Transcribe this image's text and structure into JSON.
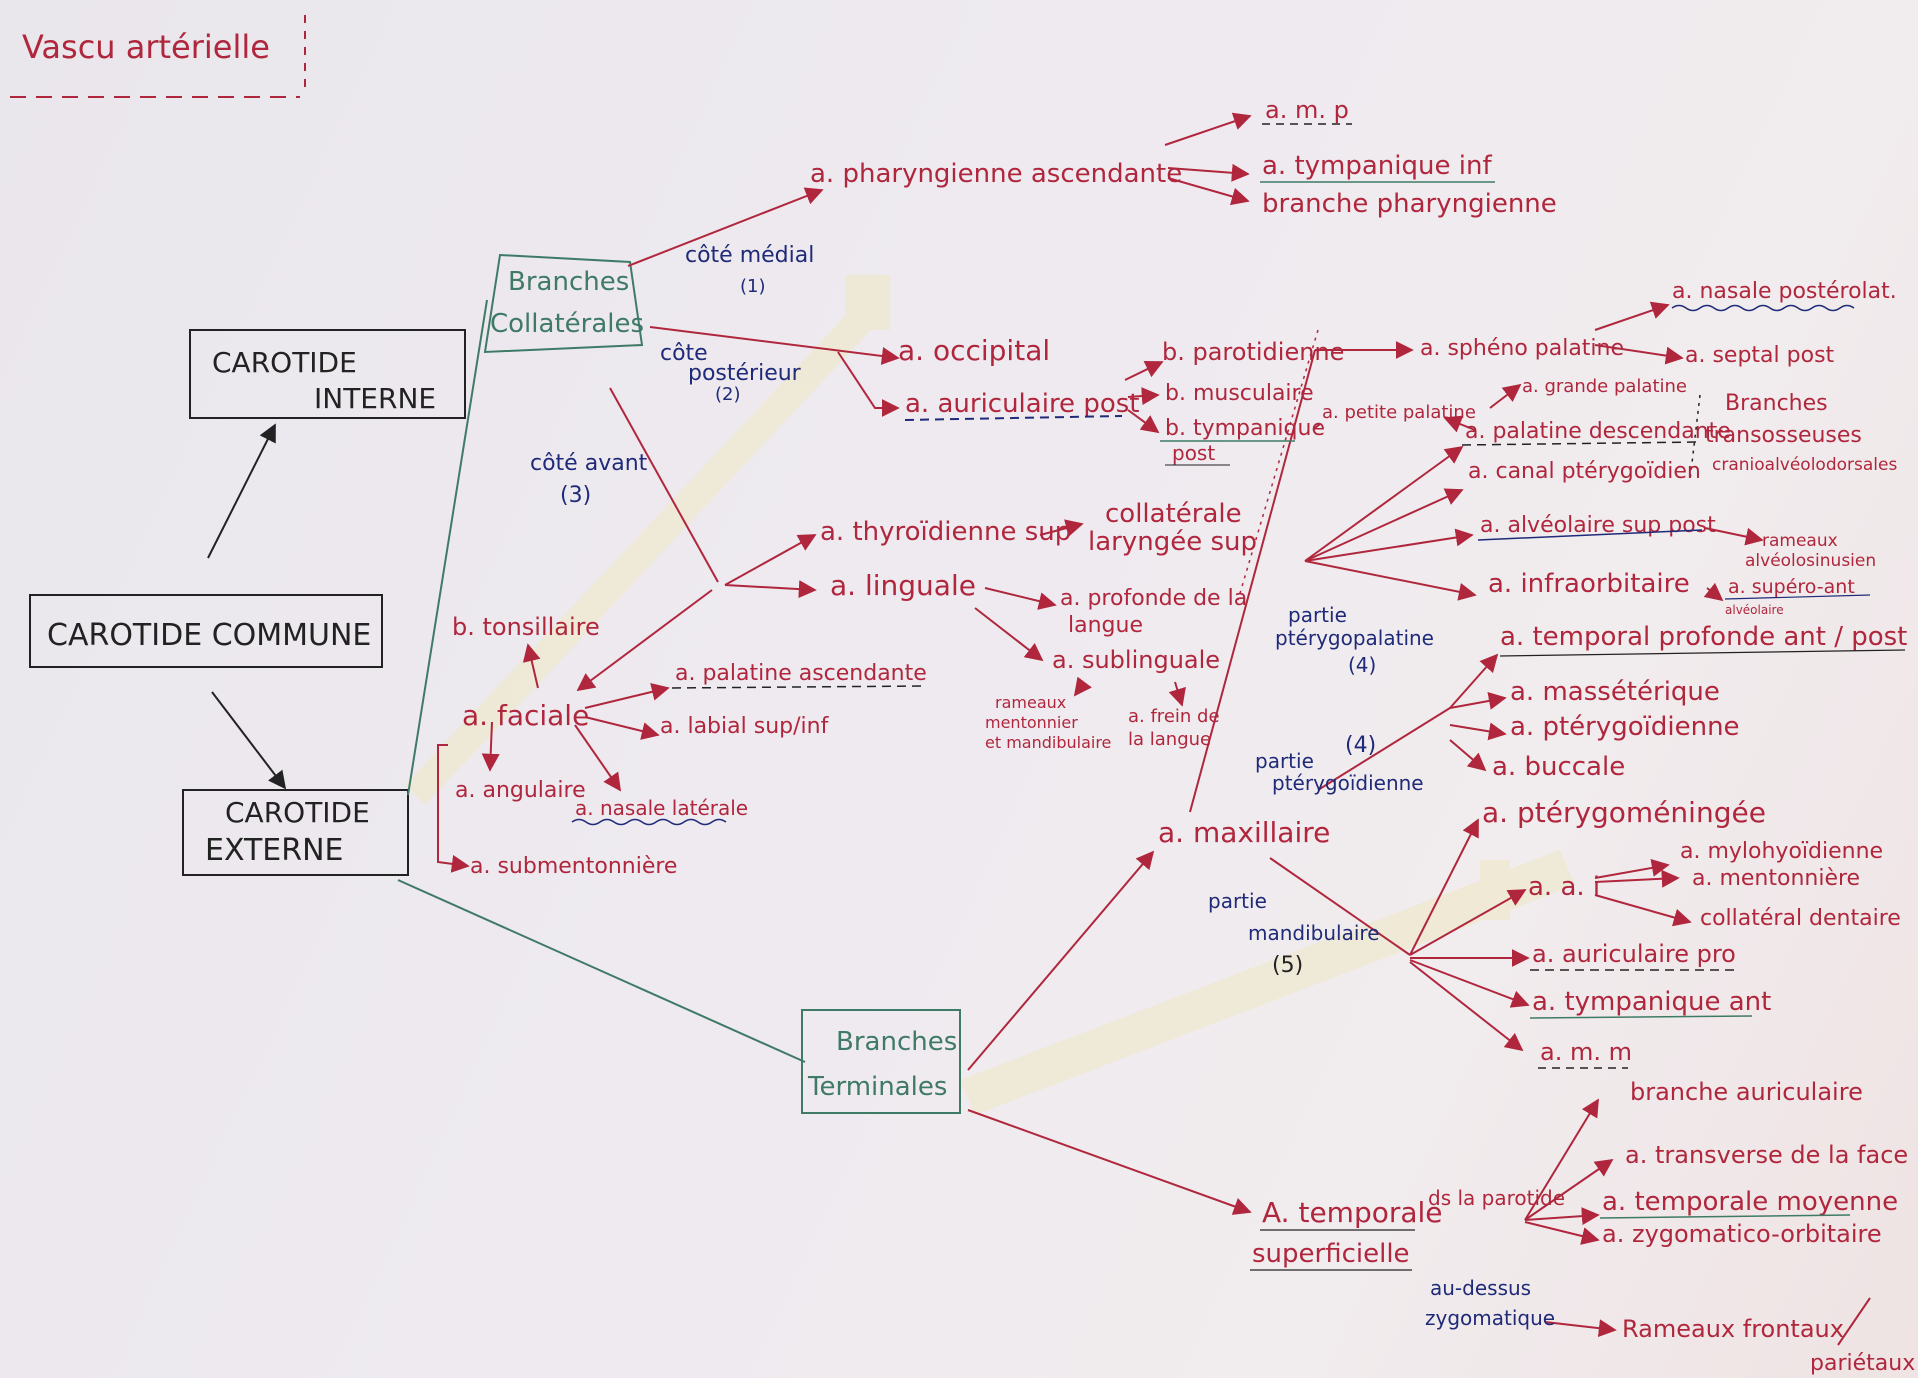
{
  "title": "Vascu artérielle",
  "main_boxes": {
    "commune": "CAROTIDE COMMUNE",
    "interne_1": "CAROTIDE",
    "interne_2": "INTERNE",
    "externe_1": "CAROTIDE",
    "externe_2": "EXTERNE",
    "collat_1": "Branches",
    "collat_2": "Collatérales",
    "term_1": "Branches",
    "term_2": "Terminales"
  },
  "sides": {
    "medial": "côté médial",
    "medial_num": "(1)",
    "post_1": "côte",
    "post_2": "postérieur",
    "post_num": "(2)",
    "avant": "côté avant",
    "avant_num": "(3)"
  },
  "collateral": {
    "pharyngienne": "a. pharyngienne ascendante",
    "amp": "a. m. p",
    "tympanique_inf": "a. tympanique inf",
    "branche_pharyngienne": "branche pharyngienne",
    "occipital": "a. occipital",
    "auriculaire_post": "a. auriculaire post",
    "b_parotidienne": "b. parotidienne",
    "b_musculaire": "b. musculaire",
    "b_tympanique_1": "b. tympanique",
    "b_tympanique_2": "post",
    "thyroidienne": "a. thyroïdienne sup",
    "collaterale_1": "collatérale",
    "collaterale_2": "laryngée sup",
    "linguale": "a. linguale",
    "profonde_1": "a. profonde de la",
    "profonde_2": "langue",
    "sublinguale": "a. sublinguale",
    "rameaux_1": "rameaux",
    "rameaux_2": "mentonnier",
    "rameaux_3": "et mandibulaire",
    "frein_1": "a. frein de",
    "frein_2": "la langue",
    "faciale": "a. faciale",
    "tonsillaire": "b. tonsillaire",
    "palatine_asc": "a. palatine ascendante",
    "labial": "a. labial sup/inf",
    "angulaire": "a. angulaire",
    "nasale_laterale": "a. nasale latérale",
    "submentonniere": "a. submentonnière"
  },
  "maxillaire": {
    "maxillaire": "a. maxillaire",
    "ptp_1": "partie",
    "ptp_2": "ptérygopalatine",
    "ptp_num": "(4)",
    "pty_num": "(4)",
    "pty_1": "partie",
    "pty_2": "ptérygoïdienne",
    "mand_1": "partie",
    "mand_2": "mandibulaire",
    "mand_num": "(5)",
    "spheno": "a. sphéno palatine",
    "nasale_post": "a. nasale postérolat.",
    "septal": "a. septal post",
    "petite_palatine": "a. petite palatine",
    "grande_palatine": "a. grande palatine",
    "palatine_desc": "a. palatine descendante",
    "branches_trans_1": "Branches",
    "branches_trans_2": "transosseuses",
    "branches_trans_3": "cranioalvéolodorsales",
    "canal_ptery": "a. canal ptérygoïdien",
    "alveolaire_sup": "a. alvéolaire sup post",
    "rameaux_alv_1": "rameaux",
    "rameaux_alv_2": "alvéolosinusien",
    "infraorbitaire": "a. infraorbitaire",
    "supero_ant_1": "a. supéro-ant",
    "supero_ant_2": "alvéolaire",
    "temporal_prof": "a. temporal profonde ant / post",
    "masseterique": "a. massétérique",
    "pterygoidienne": "a. ptérygoïdienne",
    "buccale": "a. buccale",
    "pterygomeningee": "a. ptérygoméningée",
    "aai": "a. a. i",
    "mylo": "a. mylohyoïdienne",
    "mentonniere": "a. mentonnière",
    "collat_dentaire": "collatéral dentaire",
    "auriculaire_pro": "a. auriculaire pro",
    "tympanique_ant": "a. tympanique ant",
    "amm": "a. m. m"
  },
  "temporale": {
    "temporale_1": "A. temporale",
    "temporale_2": "superficielle",
    "ds_parotide": "ds la parotide",
    "branche_auric": "branche auriculaire",
    "transverse": "a. transverse de la face",
    "temp_moyenne": "a. temporale moyenne",
    "zygomatico": "a. zygomatico-orbitaire",
    "au_dessus_1": "au-dessus",
    "au_dessus_2": "zygomatique",
    "rameaux_frontaux": "Rameaux frontaux",
    "parietaux": "pariétaux"
  },
  "colors": {
    "red": "#b0273d",
    "blue": "#1f2a78",
    "green": "#3f7a66",
    "black": "#222222",
    "tape": "#efe9d2"
  }
}
